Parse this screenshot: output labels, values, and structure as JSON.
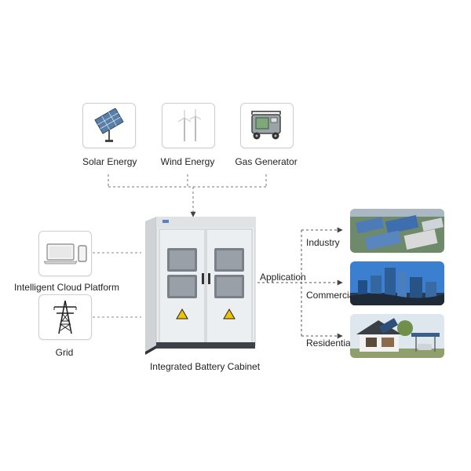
{
  "sources": [
    {
      "label": "Solar Energy",
      "icon": "solar-panel-icon"
    },
    {
      "label": "Wind Energy",
      "icon": "wind-turbine-icon"
    },
    {
      "label": "Gas Generator",
      "icon": "gas-generator-icon"
    }
  ],
  "left_inputs": [
    {
      "label": "Intelligent Cloud Platform",
      "icon": "laptop-phone-icon"
    },
    {
      "label": "Grid",
      "icon": "power-tower-icon"
    }
  ],
  "cabinet": {
    "label": "Integrated Battery Cabinet",
    "icon": "battery-cabinet-icon"
  },
  "application": {
    "label": "Application",
    "items": [
      {
        "label": "Industry",
        "icon": "industrial-park-photo"
      },
      {
        "label": "Commercia",
        "icon": "city-skyline-photo"
      },
      {
        "label": "Residential",
        "icon": "solar-house-photo"
      }
    ]
  },
  "colors": {
    "line": "#555555",
    "box_border": "#cfcfcf"
  }
}
